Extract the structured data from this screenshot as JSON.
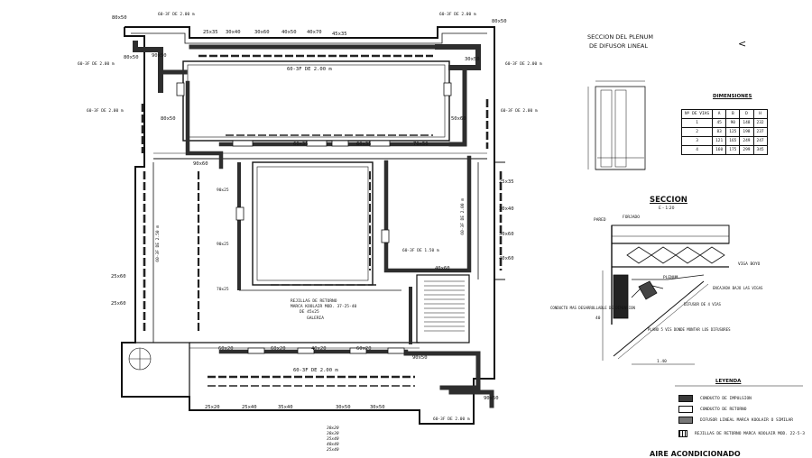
{
  "plan": {
    "labels_top": [
      "80x50",
      "60-3F DE 2.00 m",
      "25x35",
      "30x40",
      "30x60",
      "40x50",
      "40x70",
      "45x35",
      "60-3F DE 2.00 m",
      "80x50"
    ],
    "labels_main": [
      "90x50",
      "80x50",
      "60-3F DE 2.00 m",
      "60-3F DE 2.00 m",
      "60-3F DE 2.00 m",
      "60-3F DE 2.00 m",
      "50x60",
      "80x50",
      "30x50",
      "60x35",
      "60x35",
      "70x50",
      "60-3F DE 2.00 m",
      "90x60"
    ],
    "labels_mid": [
      "90x25",
      "90x25",
      "70x25",
      "25x35",
      "30x40",
      "30x60",
      "40x60",
      "25x60",
      "60-3F DE 2.50 m",
      "60-3F DE 2.00 m",
      "25x60",
      "40x60",
      "60-3F DE 1.50 m"
    ],
    "labels_bottom": [
      "REJILLAS DE RETORNO",
      "MARCA KOOLAIR MOD. 37-25-40",
      "DE 45x25",
      "GALERIA",
      "60x20",
      "60x20",
      "40x20",
      "60x20",
      "90x50",
      "60-3F DE 2.00 m",
      "25x20",
      "25x40",
      "35x40",
      "30x50",
      "30x50",
      "90x50",
      "60-3F DE 2.00 m"
    ],
    "handwritten": [
      "30x20",
      "30x30",
      "35x40",
      "40x40",
      "25x40"
    ]
  },
  "plenum": {
    "title_line1": "SECCION DEL PLENUM",
    "title_line2": "DE DIFUSOR LINEAL",
    "mark": "<"
  },
  "dimensions": {
    "title": "DIMENSIONES",
    "headers": [
      "Nº DE VIAS",
      "A",
      "B",
      "D",
      "H"
    ],
    "rows": [
      [
        "1",
        "45",
        "90",
        "148",
        "232"
      ],
      [
        "2",
        "83",
        "125",
        "198",
        "237"
      ],
      [
        "3",
        "121",
        "165",
        "249",
        "247"
      ],
      [
        "4",
        "160",
        "175",
        "299",
        "345"
      ]
    ]
  },
  "section": {
    "title": "SECCION",
    "scale": "E - 1:20",
    "labels": [
      "FORJADO",
      "PARED",
      "VIGA BOYO",
      "PLENUM",
      "ENCAJADA BAJO LAS VIGAS",
      "DIFUSOR DE 4 VIAS",
      "CONDUCTO MAS DESARROLLABLE DE DIMENSION",
      "PLANO 5 VIS DONDE MONTAR LOS DIFUSORES"
    ],
    "dim_left": "40",
    "dim_bottom": "1.40"
  },
  "legend": {
    "title": "LEYENDA",
    "items": [
      "CONDUCTO DE IMPULSION",
      "CONDUCTO DE RETORNO",
      "DIFUSOR LINEAL MARCA KOOLAIR O SIMILAR",
      "REJILLAS DE RETORNO MARCA KOOLAIR MOD. 22-5-3"
    ]
  },
  "bottom_caption": "AIRE ACONDICIONADO",
  "colors": {
    "ink": "#111111",
    "duct": "#3a3a3a",
    "paper": "#ffffff"
  }
}
